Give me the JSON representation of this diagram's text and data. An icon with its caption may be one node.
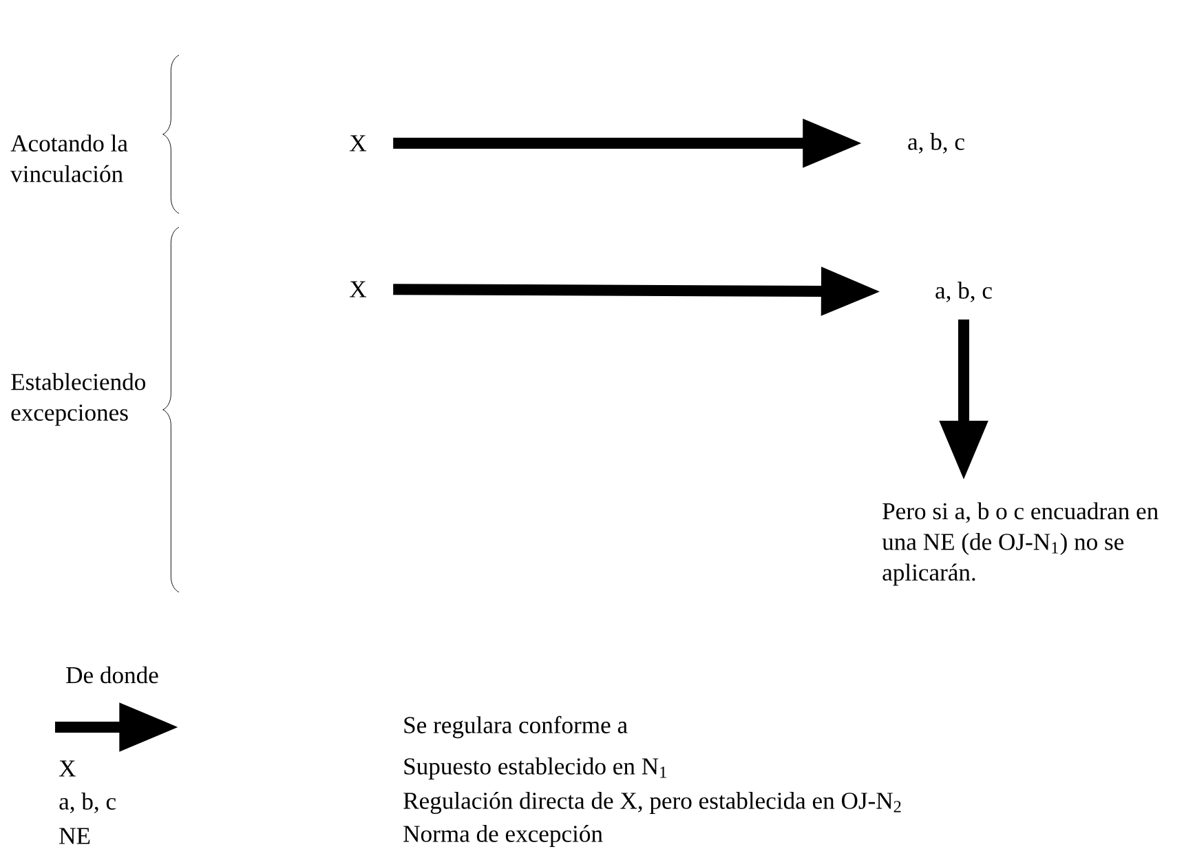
{
  "diagram": {
    "nodes": [
      {
        "text": [
          "X"
        ]
      },
      {
        "text": [
          "a, b, c"
        ]
      },
      {
        "text": [
          "X"
        ]
      },
      {
        "text": [
          "a, b, c"
        ]
      },
      {
        "text": [
          "Pero si a, b o c encuadran en una NE (de OJ-N$_{1}$) no se aplicarán."
        ]
      }
    ],
    "edges": [
      {
        "from": 0,
        "to": 1,
        "arrow": "to"
      },
      {
        "from": 2,
        "to": 3,
        "arrow": "to"
      },
      {
        "from": 3,
        "to": 4,
        "arrow": "to"
      }
    ],
    "labels": [
      "Acotando la vinculación",
      "Estableciendo excepciones",
      "De donde",
      "X",
      "Supuesto establecido en N$_{1}$",
      "a, b, c",
      "Regulación directa de X, pero establecida en OJ-N$_{2}$",
      "NE",
      "Norma de excepción"
    ],
    "legend": [
      {
        "text": "Se regulara conforme a"
      }
    ]
  }
}
